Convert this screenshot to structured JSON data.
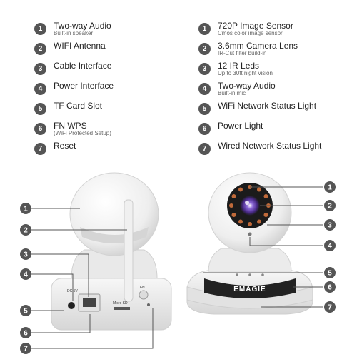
{
  "left_legend": [
    {
      "n": "1",
      "label": "Two-way Audio",
      "sub": "Built-in speaker"
    },
    {
      "n": "2",
      "label": "WIFI Antenna",
      "sub": ""
    },
    {
      "n": "3",
      "label": "Cable Interface",
      "sub": ""
    },
    {
      "n": "4",
      "label": "Power Interface",
      "sub": ""
    },
    {
      "n": "5",
      "label": "TF Card Slot",
      "sub": ""
    },
    {
      "n": "6",
      "label": "FN WPS",
      "sub": "(WiFi Protected Setup)"
    },
    {
      "n": "7",
      "label": "Reset",
      "sub": ""
    }
  ],
  "right_legend": [
    {
      "n": "1",
      "label": "720P Image Sensor",
      "sub": "Cmos color image sensor"
    },
    {
      "n": "2",
      "label": "3.6mm Camera Lens",
      "sub": "IR-Cut filter build-in"
    },
    {
      "n": "3",
      "label": "12 IR Leds",
      "sub": "Up to 30ft night vision"
    },
    {
      "n": "4",
      "label": "Two-way Audio",
      "sub": "Built-in mic"
    },
    {
      "n": "5",
      "label": "WiFi Network Status Light",
      "sub": ""
    },
    {
      "n": "6",
      "label": "Power Light",
      "sub": ""
    },
    {
      "n": "7",
      "label": "Wired Network Status Light",
      "sub": ""
    }
  ],
  "back_callouts": [
    "1",
    "2",
    "3",
    "4",
    "5",
    "6",
    "7"
  ],
  "front_callouts": [
    "1",
    "2",
    "3",
    "4",
    "5",
    "6",
    "7"
  ],
  "product": {
    "brand": "EMAGIE",
    "back_labels": {
      "dc": "DC 5V",
      "tf": "Micro SD",
      "fn": "FN"
    }
  },
  "colors": {
    "badge": "#555555",
    "body": "#f2f2f2",
    "band": "#222222",
    "lens": "#6a3fb0",
    "led": "#c06a3a"
  }
}
